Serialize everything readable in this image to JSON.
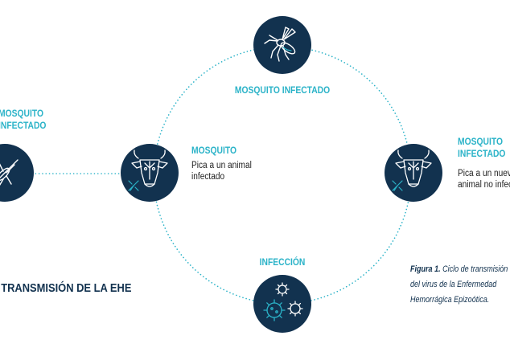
{
  "colors": {
    "node": "#12324f",
    "accent": "#2bb3c8",
    "icon_stroke": "#ffffff",
    "icon_highlight": "#2bb3c8"
  },
  "nodes": {
    "top": {
      "label": "MOSQUITO INFECTADO",
      "icon": "mosquito-icon"
    },
    "left_inner": {
      "label": "MOSQUITO",
      "description": [
        "Pica a un animal",
        "infectado"
      ],
      "icon": "cow-with-mosquito-icon"
    },
    "right": {
      "label": [
        "MOSQUITO",
        "INFECTADO"
      ],
      "description": [
        "Pica a un nuevo",
        "animal no infectado"
      ],
      "icon": "cow-with-mosquito-icon"
    },
    "bottom": {
      "label": "INFECCIÓN",
      "icon": "virus-icon"
    },
    "far_left": {
      "label": [
        "MOSQUITO",
        "INFECTADO"
      ],
      "icon": "mosquito-icon"
    }
  },
  "heading": "CICLO DE TRANSMISIÓN DE LA EHE",
  "caption": {
    "figure_label": "Figura 1.",
    "lines": [
      "Ciclo de transmisión",
      "del virus de la Enfermedad",
      "Hemorrágica Epizoótica."
    ]
  }
}
